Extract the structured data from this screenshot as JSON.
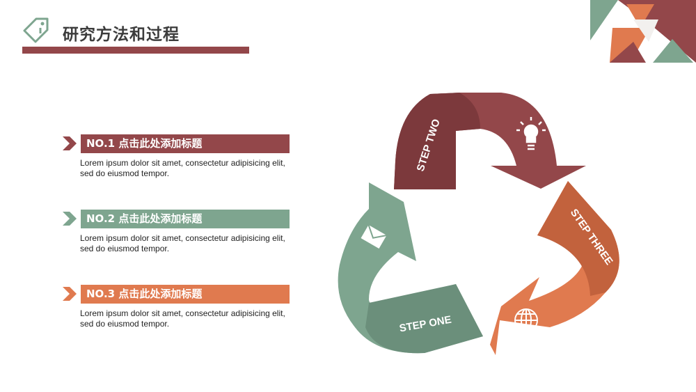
{
  "header": {
    "title": "研究方法和过程"
  },
  "colors": {
    "maroon": "#93474a",
    "green": "#7ea58f",
    "orange": "#e07a4f"
  },
  "items": [
    {
      "label": "NO.1  点击此处添加标题",
      "desc_line1": "Lorem ipsum dolor sit amet, consectetur adipisicing elit,",
      "desc_line2": "sed do eiusmod tempor."
    },
    {
      "label": "NO.2  点击此处添加标题",
      "desc_line1": "Lorem ipsum dolor sit amet, consectetur adipisicing elit,",
      "desc_line2": "sed do eiusmod tempor."
    },
    {
      "label": "NO.3  点击此处添加标题",
      "desc_line1": "Lorem ipsum dolor sit amet, consectetur adipisicing elit,",
      "desc_line2": "sed do eiusmod tempor."
    }
  ],
  "cycle": {
    "step_one": "STEP ONE",
    "step_two": "STEP TWO",
    "step_three": "STEP THREE",
    "icons": [
      "envelope-icon",
      "lightbulb-icon",
      "globe-icon"
    ]
  }
}
